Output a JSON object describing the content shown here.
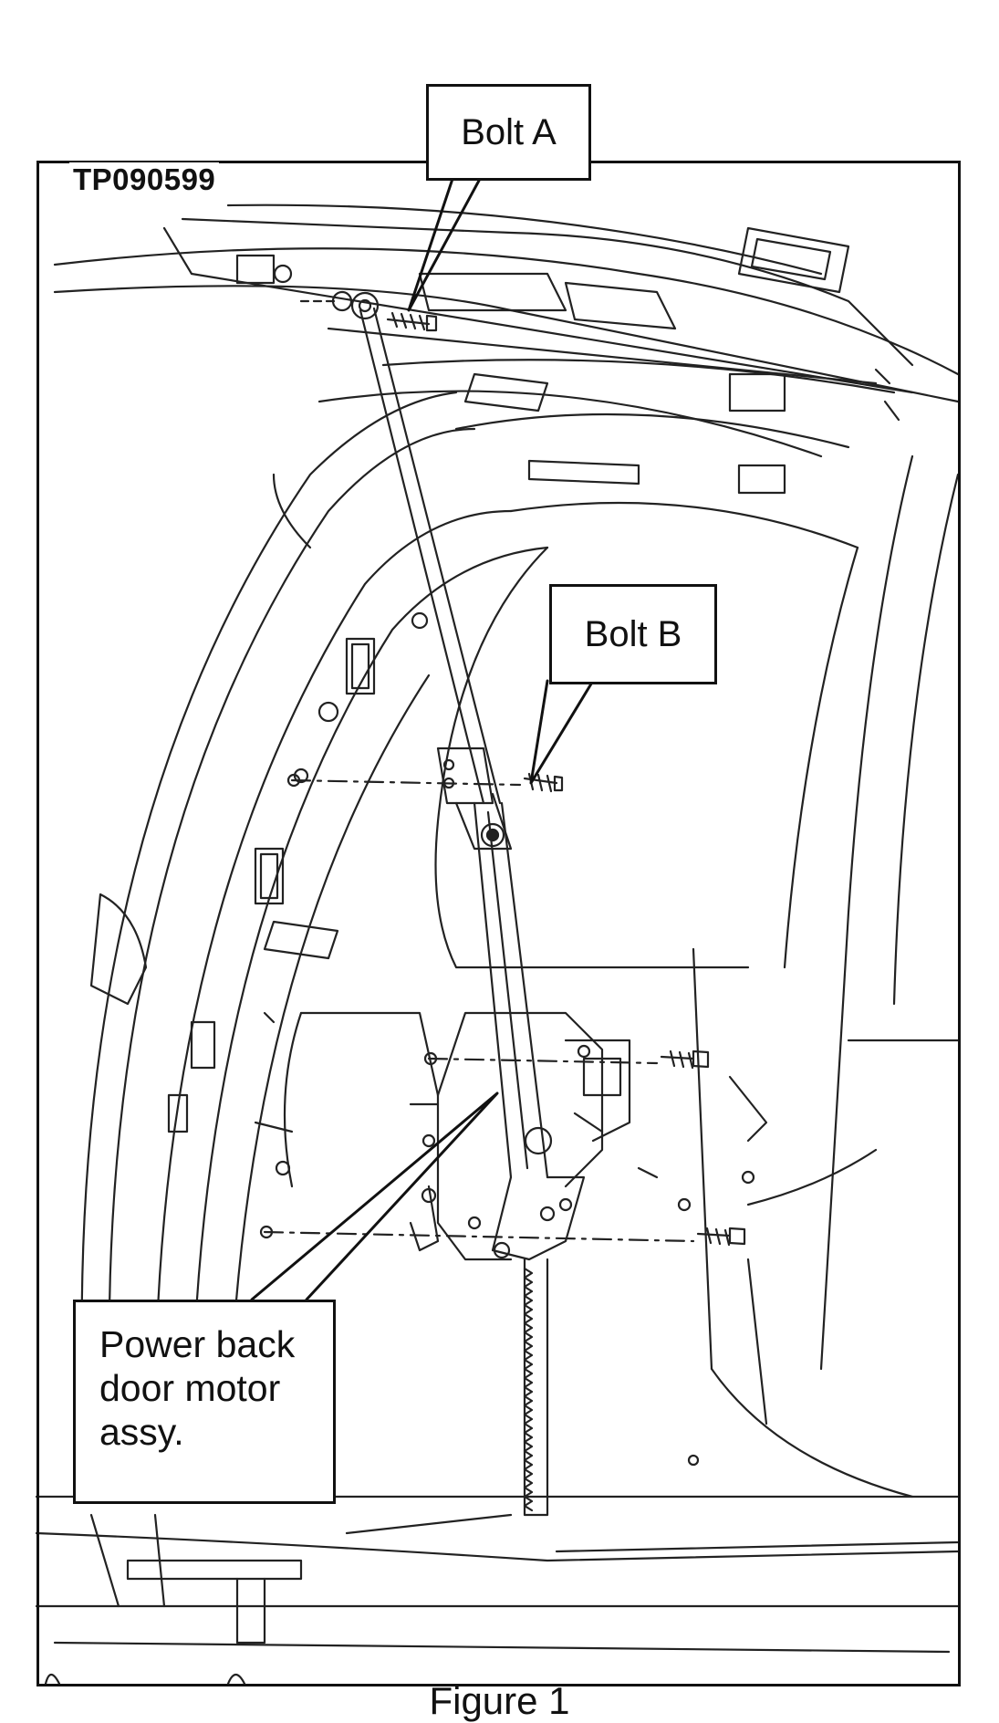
{
  "figure": {
    "reference_code": "TP090599",
    "caption": "Figure 1"
  },
  "callouts": {
    "bolt_a": "Bolt A",
    "bolt_b": "Bolt B",
    "motor_assy": "Power back\ndoor motor\nassy."
  }
}
